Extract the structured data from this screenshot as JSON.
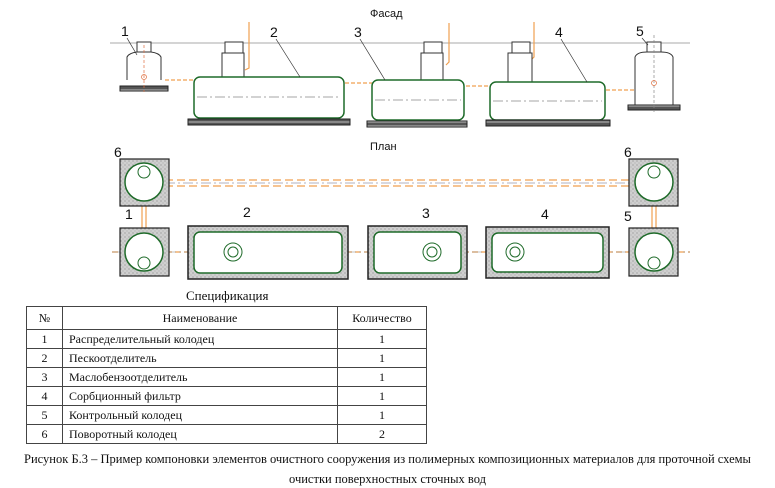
{
  "figure": {
    "facade_title": "Фасад",
    "plan_title": "План",
    "facade_labels": [
      "1",
      "2",
      "3",
      "4",
      "5"
    ],
    "plan_labels": [
      "6",
      "6",
      "1",
      "2",
      "3",
      "4",
      "5"
    ],
    "colors": {
      "tank_outline": "#1f6b2a",
      "pipe": "#f0a050",
      "base": "#333333",
      "well_fill": "#d8d8d8",
      "axis": "#888888"
    }
  },
  "specification": {
    "title": "Спецификация",
    "headers": [
      "№",
      "Наименование",
      "Количество"
    ],
    "rows": [
      {
        "num": "1",
        "name": "Распределительный колодец",
        "qty": "1"
      },
      {
        "num": "2",
        "name": "Пескоотделитель",
        "qty": "1"
      },
      {
        "num": "3",
        "name": "Маслобензоотделитель",
        "qty": "1"
      },
      {
        "num": "4",
        "name": "Сорбционный фильтр",
        "qty": "1"
      },
      {
        "num": "5",
        "name": "Контрольный колодец",
        "qty": "1"
      },
      {
        "num": "6",
        "name": "Поворотный колодец",
        "qty": "2"
      }
    ]
  },
  "caption": {
    "line1": "Рисунок Б.3 – Пример компоновки элементов очистного сооружения из полимерных композиционных материалов для проточной схемы",
    "line2": "очистки поверхностных сточных вод"
  }
}
